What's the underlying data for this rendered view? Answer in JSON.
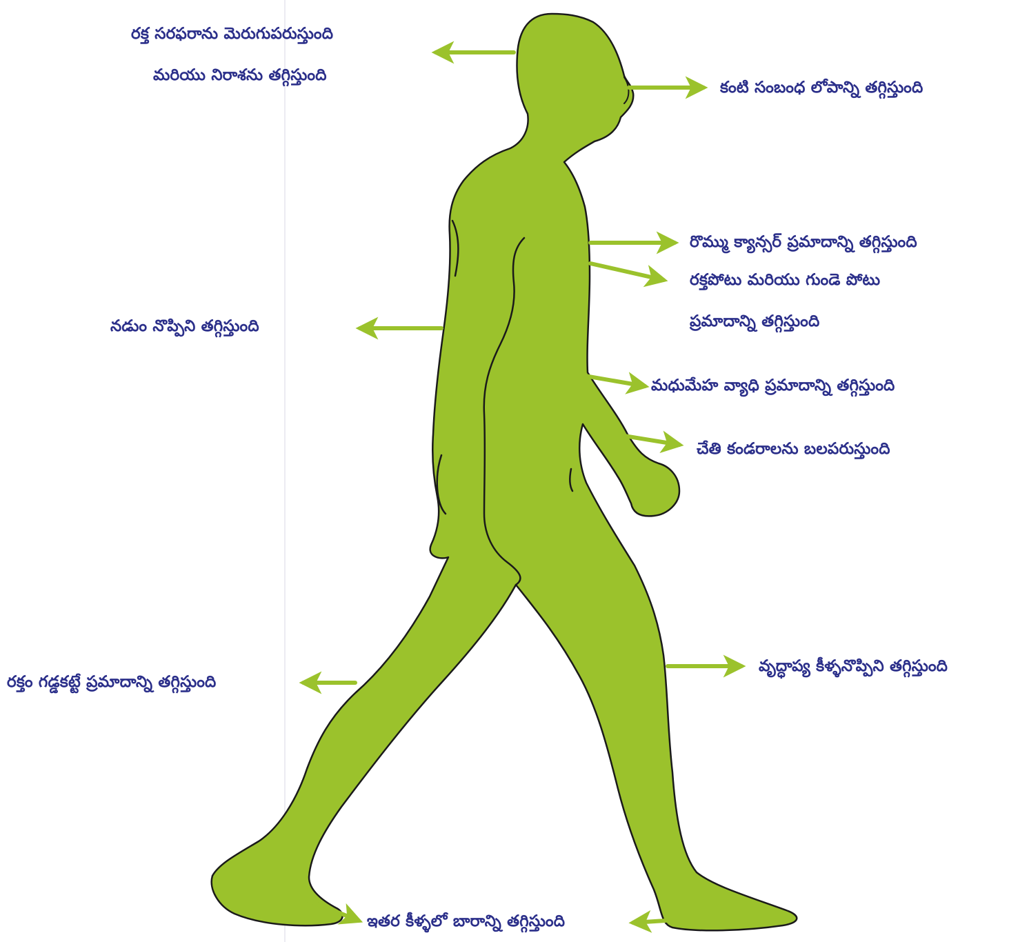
{
  "colors": {
    "figure_fill": "#9bc22c",
    "figure_outline": "#1a1a1a",
    "arrow": "#9bc22c",
    "label_text": "#2b2f8a",
    "background": "#ffffff"
  },
  "labels": {
    "blood_circulation_1": "రక్త సరఫరాను మెరుగుపరుస్తుంది",
    "blood_circulation_2": "మరియు నిరాశను తగ్గిస్తుంది",
    "eye_problems": "కంటి సంబంధ లోపాన్ని తగ్గిస్తుంది",
    "breast_cancer": "రొమ్ము క్యాన్సర్ ప్రమాదాన్ని తగ్గిస్తుంది",
    "heart_1": "రక్తపోటు మరియు గుండె పోటు",
    "heart_2": "ప్రమాదాన్ని తగ్గిస్తుంది",
    "back_pain": "నడుం నొప్పిని తగ్గిస్తుంది",
    "diabetes": "మధుమేహ వ్యాధి ప్రమాదాన్ని తగ్గిస్తుంది",
    "hand_muscles": "చేతి కండరాలను బలపరుస్తుంది",
    "blood_clot": "రక్తం గడ్డకట్టే ప్రమాదాన్ని తగ్గిస్తుంది",
    "arthritis": "వృద్ధాప్య కీళ్ళనొప్పిని తగ్గిస్తుంది",
    "joint_load": "ఇతర కీళ్ళలో బారాన్ని తగ్గిస్తుంది"
  }
}
